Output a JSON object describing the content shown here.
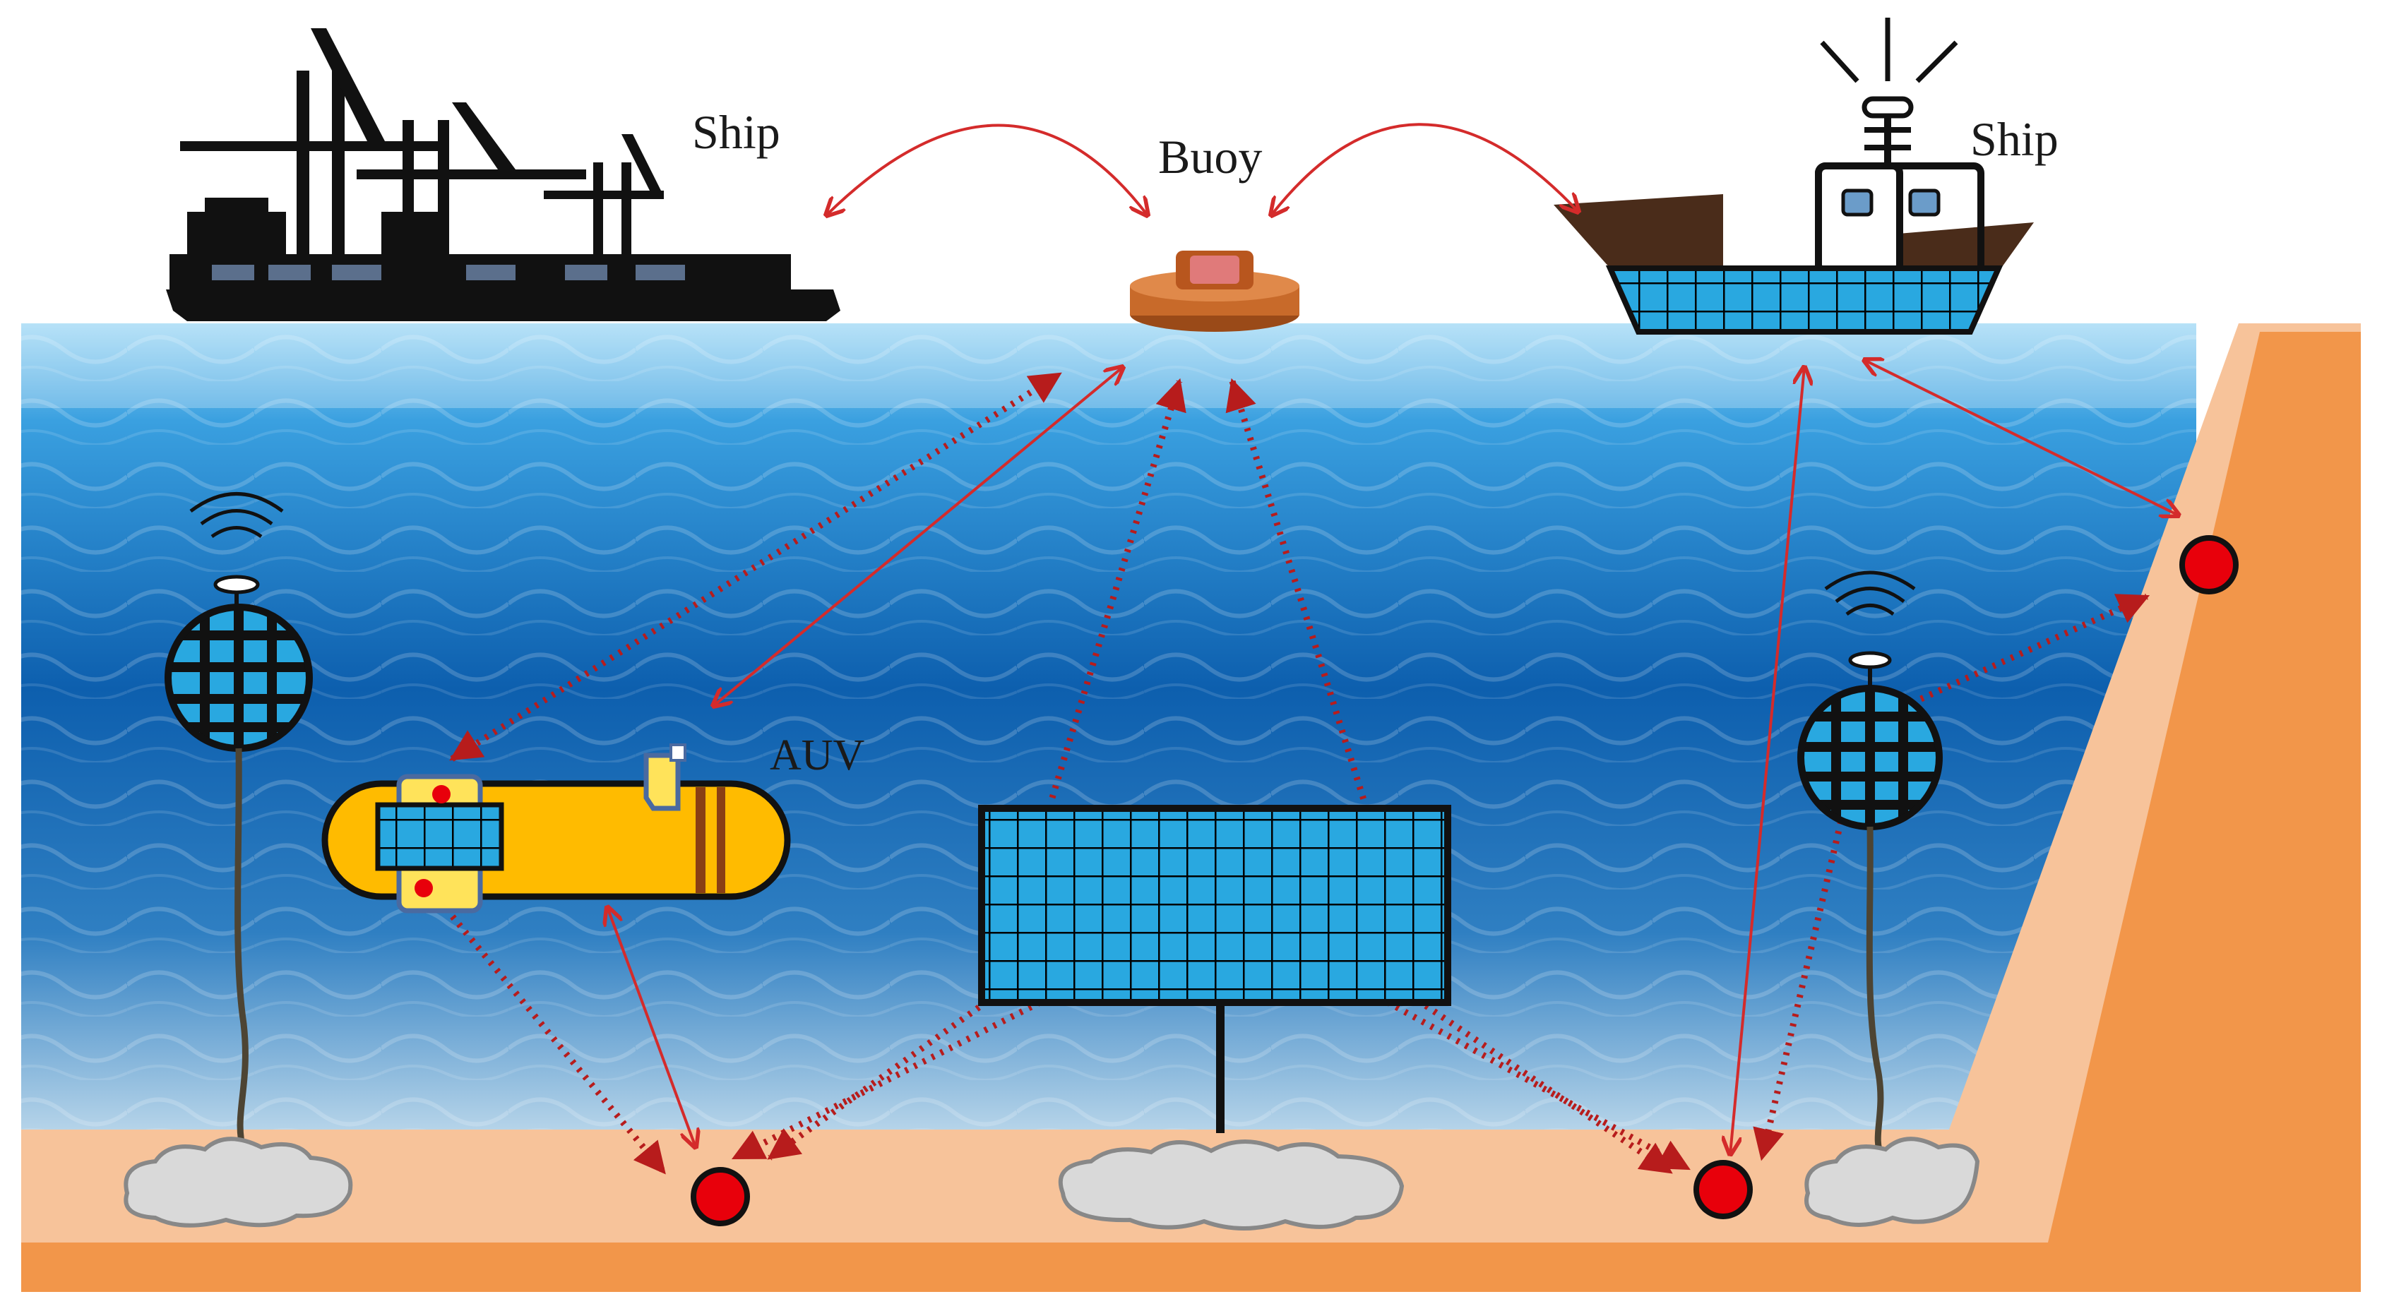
{
  "labels": {
    "ship_left": "Ship",
    "ship_right": "Ship",
    "buoy": "Buoy",
    "auv": "AUV"
  },
  "colors": {
    "sky": "#ffffff",
    "water_top": "#8fd0f2",
    "water_mid": "#1f7fc8",
    "water_deep": "#0a4f95",
    "seabed": "#f7c39a",
    "seabed_deep": "#f2964a",
    "link_line": "#d42b2b",
    "link_dotted": "#b71c1c",
    "node_fill": "#e8000b",
    "grid_fill": "#29a8e0",
    "auv_body": "#ffbb00",
    "buoy_body": "#c86a2a",
    "cloud_rock": "#dcdcdc"
  },
  "icons": [
    "container-ship-icon",
    "fishing-ship-icon",
    "buoy-icon",
    "auv-icon",
    "sensor-array-panel-icon",
    "anchored-node-icon",
    "seabed-sensor-node-icon",
    "wireless-signal-icon"
  ]
}
